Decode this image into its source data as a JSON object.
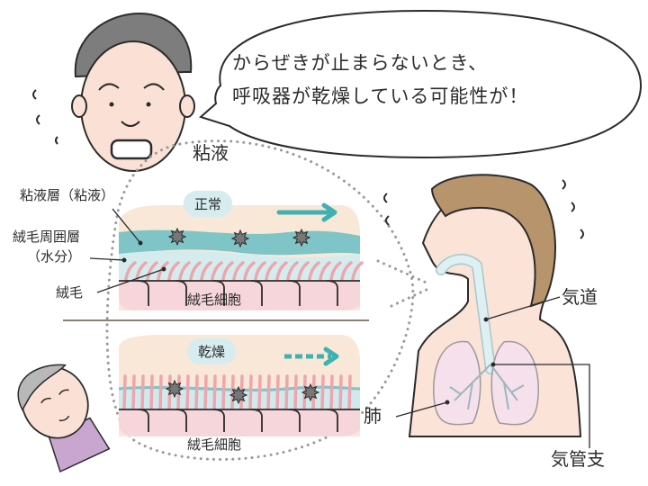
{
  "speech_bubble": {
    "line1": "からぜきが止まらないとき、",
    "line2": "呼吸器が乾燥している可能性が！"
  },
  "inset": {
    "title": "粘液",
    "normal_panel": {
      "badge": "正常",
      "flow_arrow": "solid",
      "cell_label": "絨毛細胞"
    },
    "dry_panel": {
      "badge": "乾燥",
      "flow_arrow": "dashed",
      "cell_label": "絨毛細胞"
    },
    "callouts": {
      "mucus_layer": "粘液層（粘液）",
      "periciliary_layer_1": "絨毛周囲層",
      "periciliary_layer_2": "（水分）",
      "cilia": "絨毛"
    }
  },
  "anatomy": {
    "airway": "気道",
    "bronchi": "気管支",
    "lung": "肺"
  },
  "colors": {
    "mucus": "#7fc4c6",
    "periciliary": "#cfe9ec",
    "cilia": "#eea5ad",
    "cells": "#f6d6da",
    "background_band": "#f9e8d8",
    "arrow": "#3fb1b3",
    "dust": "#777777",
    "skin": "#fbe3d7",
    "hair_man": "#7a7a7a",
    "hair_woman": "#b89670",
    "lung": "#f6e0ec"
  }
}
